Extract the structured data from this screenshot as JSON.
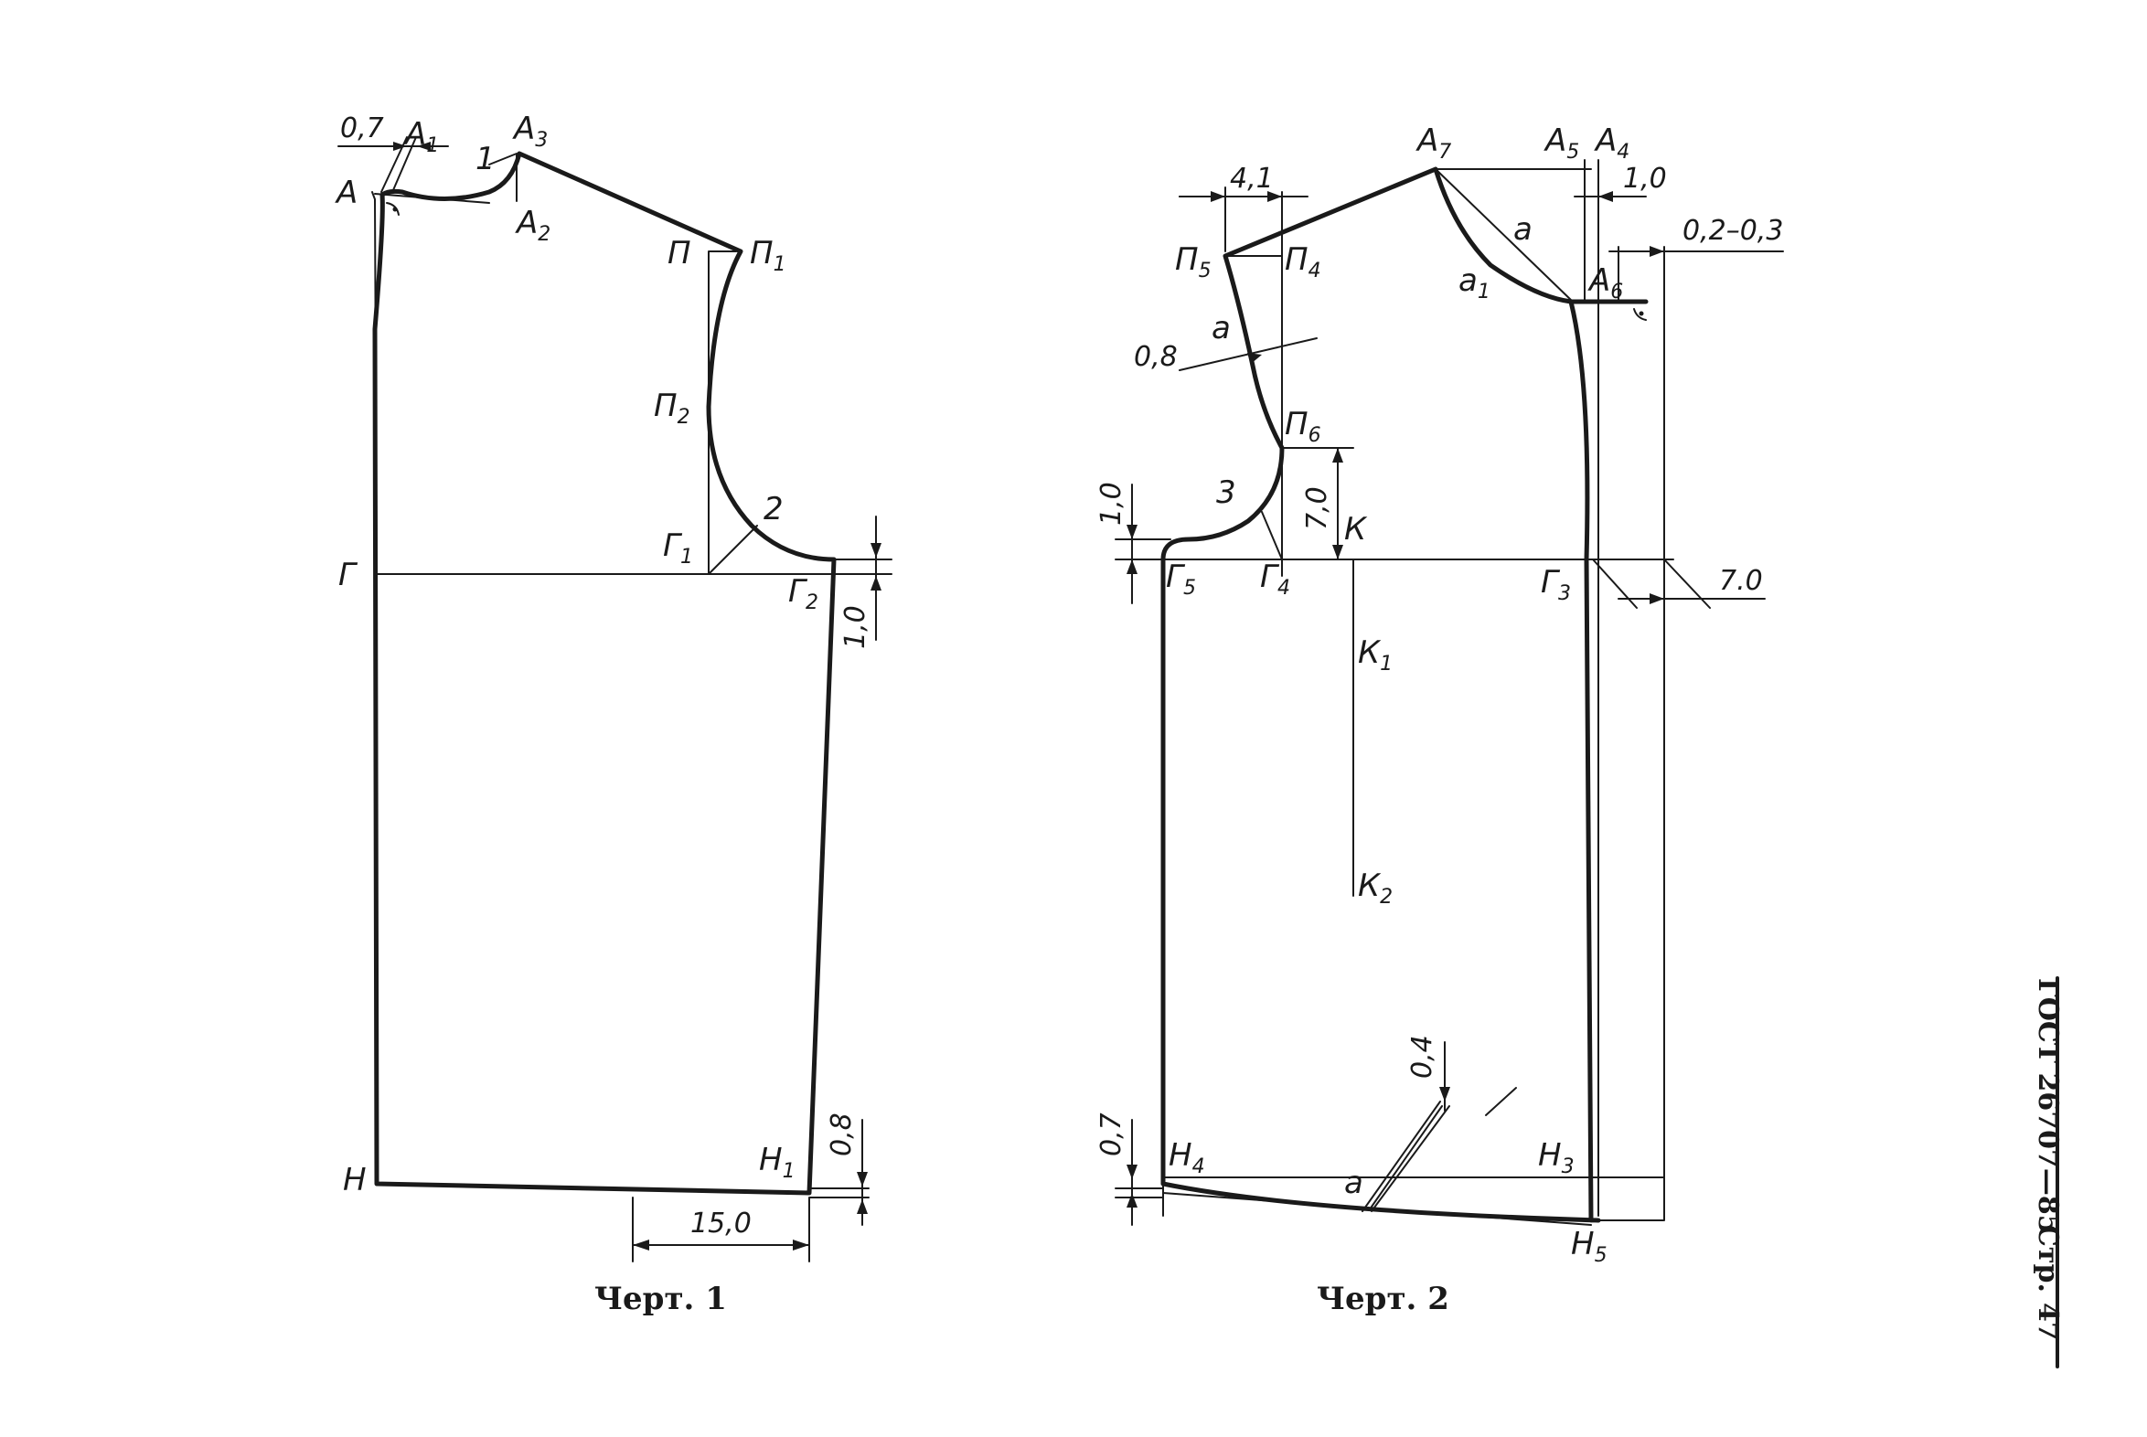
{
  "figure1": {
    "caption": "Черт. 1",
    "points": {
      "A": "А",
      "A1": "А",
      "A1_sub": "1",
      "A2": "А",
      "A2_sub": "2",
      "A3": "А",
      "A3_sub": "3",
      "P": "П",
      "P1": "П",
      "P1_sub": "1",
      "P2": "П",
      "P2_sub": "2",
      "G": "Г",
      "G1": "Г",
      "G1_sub": "1",
      "G2": "Г",
      "G2_sub": "2",
      "N": "Н",
      "N1": "Н",
      "N1_sub": "1",
      "m1": "1",
      "m2": "2"
    },
    "dimensions": {
      "d07": "0,7",
      "d10": "1,0",
      "d08": "0,8",
      "d150": "15,0"
    }
  },
  "figure2": {
    "caption": "Черт. 2",
    "points": {
      "A7": "А",
      "A7_sub": "7",
      "A5": "А",
      "A5_sub": "5",
      "A4": "А",
      "A4_sub": "4",
      "A6": "А",
      "A6_sub": "6",
      "a": "а",
      "a1": "а",
      "a1_sub": "1",
      "P5": "П",
      "P5_sub": "5",
      "P4": "П",
      "P4_sub": "4",
      "P6": "П",
      "P6_sub": "6",
      "a_arm": "а",
      "m3": "3",
      "K": "К",
      "K1": "К",
      "K1_sub": "1",
      "K2": "К",
      "K2_sub": "2",
      "G5": "Г",
      "G5_sub": "5",
      "G4": "Г",
      "G4_sub": "4",
      "G3": "Г",
      "G3_sub": "3",
      "N4": "Н",
      "N4_sub": "4",
      "N3": "Н",
      "N3_sub": "3",
      "N5": "Н",
      "N5_sub": "5",
      "a_hem": "а"
    },
    "dimensions": {
      "d41": "4,1",
      "d10_top": "1,0",
      "d0203": "0,2–0,3",
      "d08": "0,8",
      "d70v": "7,0",
      "d10_left": "1,0",
      "d70h": "7.0",
      "d04": "0,4",
      "d07": "0,7"
    }
  },
  "header": {
    "standard": "ГОСТ 26707—85",
    "page_label": "Стр.",
    "page_number": "47"
  }
}
